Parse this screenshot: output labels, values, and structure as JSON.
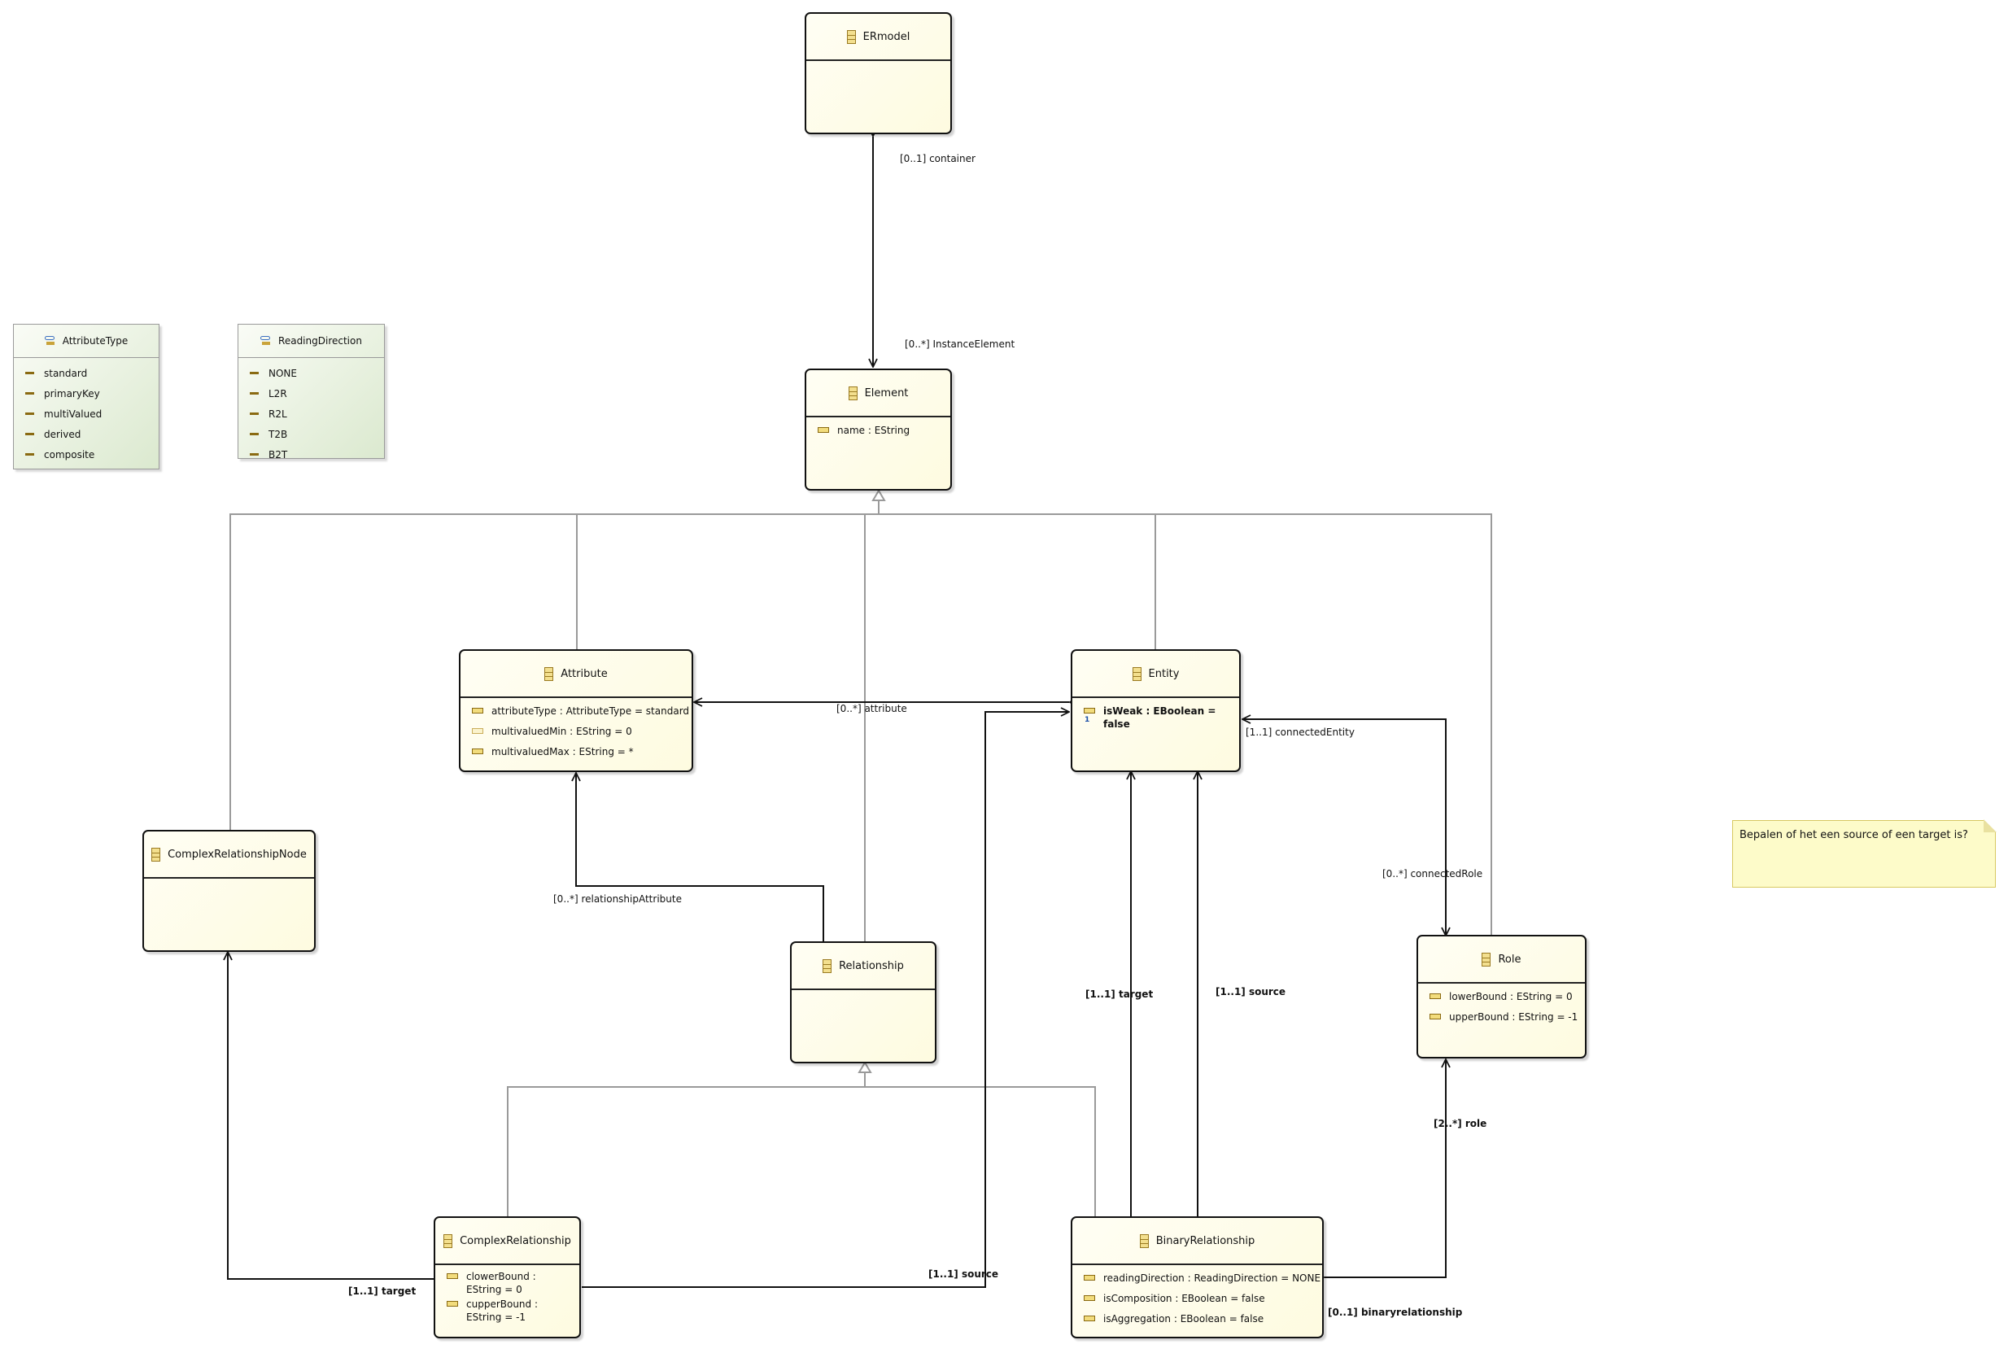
{
  "classes": {
    "ermodel": {
      "name": "ERmodel"
    },
    "element": {
      "name": "Element",
      "attrs": [
        "name : EString"
      ]
    },
    "attribute": {
      "name": "Attribute",
      "attrs": [
        "attributeType : AttributeType = standard",
        "multivaluedMin : EString = 0",
        "multivaluedMax : EString = *"
      ]
    },
    "entity": {
      "name": "Entity",
      "attrs": [
        "isWeak : EBoolean = false"
      ]
    },
    "complex_node": {
      "name": "ComplexRelationshipNode"
    },
    "relationship": {
      "name": "Relationship"
    },
    "role": {
      "name": "Role",
      "attrs": [
        "lowerBound : EString = 0",
        "upperBound : EString = -1"
      ]
    },
    "complex_rel": {
      "name": "ComplexRelationship",
      "attrs": [
        "clowerBound :",
        "EString = 0",
        "cupperBound :",
        "EString = -1"
      ]
    },
    "binary_rel": {
      "name": "BinaryRelationship",
      "attrs": [
        "readingDirection : ReadingDirection = NONE",
        "isComposition : EBoolean = false",
        "isAggregation : EBoolean = false"
      ]
    }
  },
  "enums": {
    "attribute_type": {
      "name": "AttributeType",
      "literals": [
        "standard",
        "primaryKey",
        "multiValued",
        "derived",
        "composite"
      ]
    },
    "reading_direction": {
      "name": "ReadingDirection",
      "literals": [
        "NONE",
        "L2R",
        "R2L",
        "T2B",
        "B2T"
      ]
    }
  },
  "labels": {
    "container": "[0..1] container",
    "instance_element": "[0..*] InstanceElement",
    "attribute_ref": "[0..*] attribute",
    "connected_entity": "[1..1] connectedEntity",
    "connected_role": "[0..*] connectedRole",
    "relationship_attribute": "[0..*] relationshipAttribute",
    "target_binary": "[1..1] target",
    "source_binary": "[1..1] source",
    "role_ref": "[2..*] role",
    "target_complex": "[1..1] target",
    "source_complex": "[1..1] source",
    "binaryrelationship": "[0..1] binaryrelationship"
  },
  "note": {
    "text": "Bepalen of het een source of een target is?"
  }
}
